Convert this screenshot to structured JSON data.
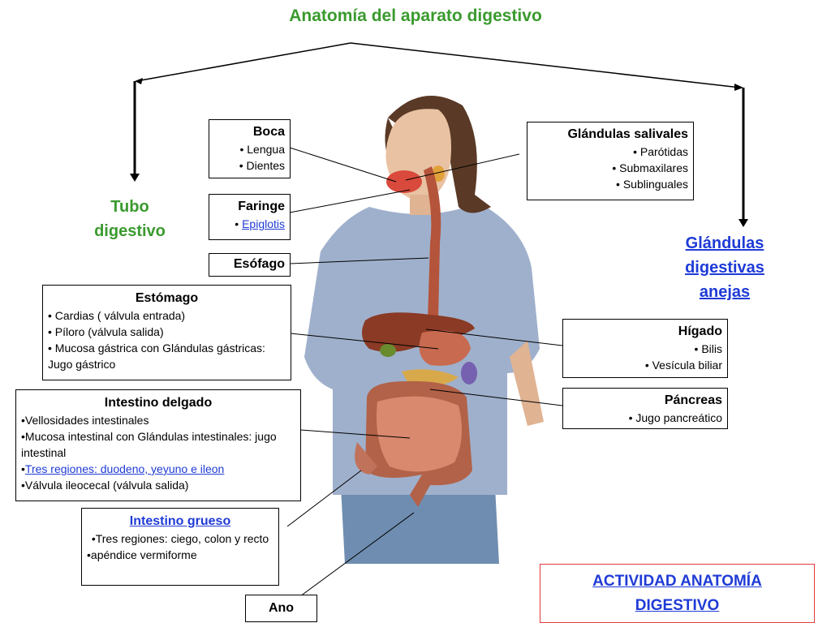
{
  "title": "Anatomía del aparato digestivo",
  "left_label": [
    "Tubo",
    "digestivo"
  ],
  "right_label": [
    "Glándulas",
    "digestivas",
    "anejas"
  ],
  "boca": {
    "title": "Boca",
    "items": [
      "• Lengua",
      "• Dientes"
    ]
  },
  "faringe": {
    "title": "Faringe",
    "bullet": "• ",
    "link": "Epiglotis"
  },
  "esofago": {
    "title": "Esófago"
  },
  "estomago": {
    "title": "Estómago",
    "items": [
      "• Cardias ( válvula entrada)",
      "• Píloro (válvula salida)",
      "• Mucosa gástrica con Glándulas gástricas: Jugo gástrico"
    ]
  },
  "intestino_delgado": {
    "title": "Intestino delgado",
    "items": [
      "•Vellosidades intestinales",
      "•Mucosa intestinal con Glándulas intestinales: jugo intestinal"
    ],
    "link_bullet": "•",
    "link": "Tres regiones: duodeno, yeyuno e ileon",
    "last": "•Válvula ileocecal (válvula salida)"
  },
  "intestino_grueso": {
    "title": "Intestino grueso",
    "items": [
      "•Tres regiones: ciego, colon y recto",
      "•apéndice vermiforme"
    ]
  },
  "ano": {
    "title": "Ano"
  },
  "glandulas_salivales": {
    "title": "Glándulas salivales",
    "items": [
      "• Parótidas",
      "• Submaxilares",
      "• Sublinguales"
    ]
  },
  "higado": {
    "title": "Hígado",
    "items": [
      "• Bilis",
      "• Vesícula biliar"
    ]
  },
  "pancreas": {
    "title": "Páncreas",
    "items": [
      "• Jugo pancreático"
    ]
  },
  "activity_button": [
    "ACTIVIDAD ANATOMÍA",
    "DIGESTIVO"
  ],
  "colors": {
    "title_green": "#3a9a2e",
    "link_blue": "#1f3bd6",
    "activity_border": "#e23b3b",
    "shirt": "#9fb0cc",
    "organ": "#b4543a"
  }
}
